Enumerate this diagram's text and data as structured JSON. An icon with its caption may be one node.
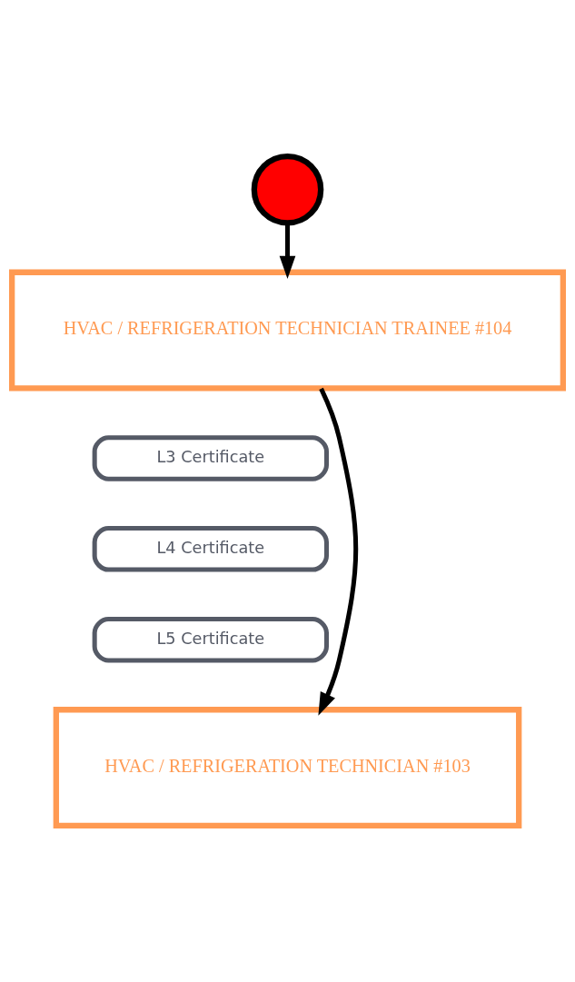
{
  "diagram": {
    "nodes": [
      {
        "text": [],
        "shape": "circle"
      },
      {
        "text": [
          "HVAC / REFRIGERATION TECHNICIAN TRAINEE #104"
        ]
      },
      {
        "text": [
          "L3 Certificate"
        ]
      },
      {
        "text": [
          "L4 Certificate"
        ]
      },
      {
        "text": [
          "L5 Certificate"
        ]
      },
      {
        "text": [
          "HVAC / REFRIGERATION TECHNICIAN #103"
        ]
      }
    ],
    "edges": [
      {
        "from": 0,
        "to": 1,
        "arrow": "to"
      },
      {
        "from": 1,
        "to": 5,
        "arrow": "to"
      }
    ]
  }
}
